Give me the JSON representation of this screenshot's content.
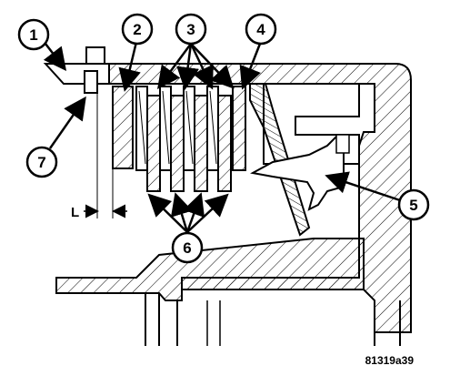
{
  "callouts": {
    "c1": "1",
    "c2": "2",
    "c3": "3",
    "c4": "4",
    "c5": "5",
    "c6": "6",
    "c7": "7"
  },
  "dimension_label": "L",
  "figure_ref": "81319a39",
  "colors": {
    "line": "#000000",
    "background": "#ffffff",
    "hatch": "#000000"
  }
}
